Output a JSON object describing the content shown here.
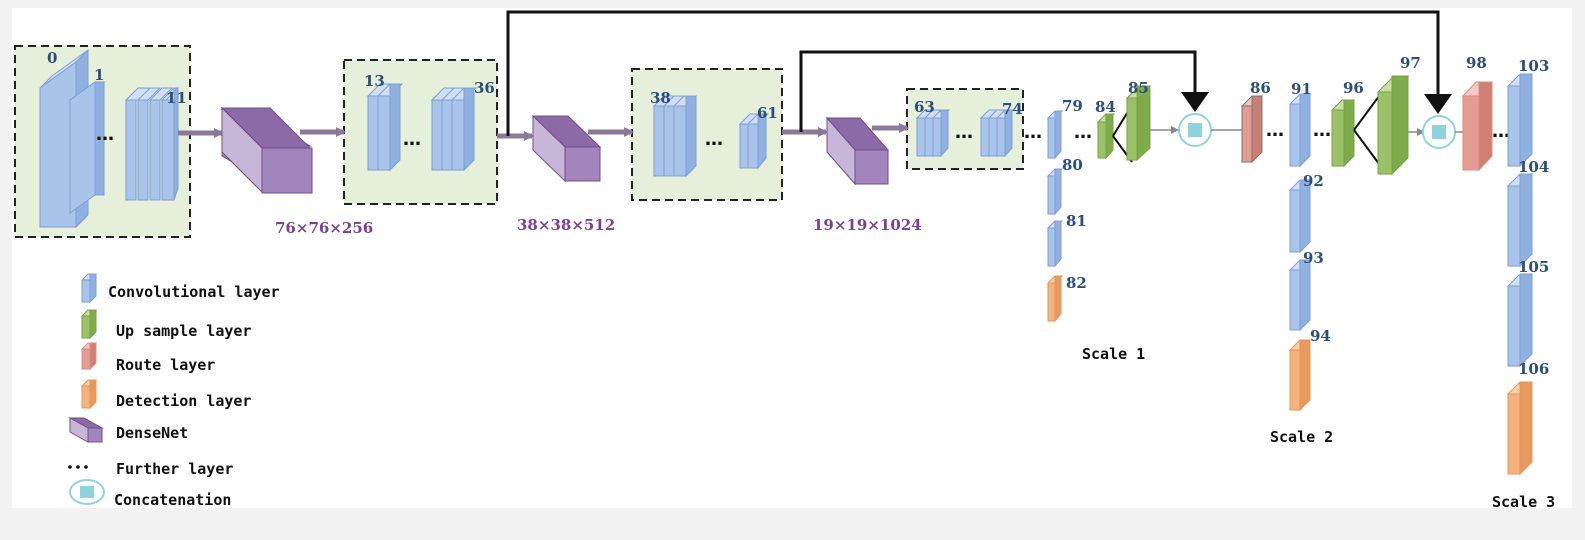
{
  "layer_numbers": {
    "l0": "0",
    "l1": "1",
    "l11": "11",
    "l13": "13",
    "l36": "36",
    "l38": "38",
    "l61": "61",
    "l63": "63",
    "l74": "74",
    "l79": "79",
    "l80": "80",
    "l81": "81",
    "l82": "82",
    "l84": "84",
    "l85": "85",
    "l86": "86",
    "l91": "91",
    "l92": "92",
    "l93": "93",
    "l94": "94",
    "l96": "96",
    "l97": "97",
    "l98": "98",
    "l103": "103",
    "l104": "104",
    "l105": "105",
    "l106": "106"
  },
  "dimensions": {
    "d1": "76×76×256",
    "d2": "38×38×512",
    "d3": "19×19×1024"
  },
  "scales": {
    "s1": "Scale 1",
    "s2": "Scale 2",
    "s3": "Scale 3"
  },
  "dots": "…",
  "legend": {
    "conv": "Convolutional layer",
    "upsample": "Up sample layer",
    "route": "Route layer",
    "detection": "Detection layer",
    "densenet": "DenseNet",
    "further": "Further layer",
    "concat": "Concatenation"
  },
  "colors": {
    "conv": "#a9c4ea",
    "upsample": "#9cc267",
    "route": "#e39c92",
    "detection": "#f4b27c",
    "densenet": "#a384bc",
    "block_fill": "#e6efd9",
    "concat": "#8fd3dd"
  }
}
